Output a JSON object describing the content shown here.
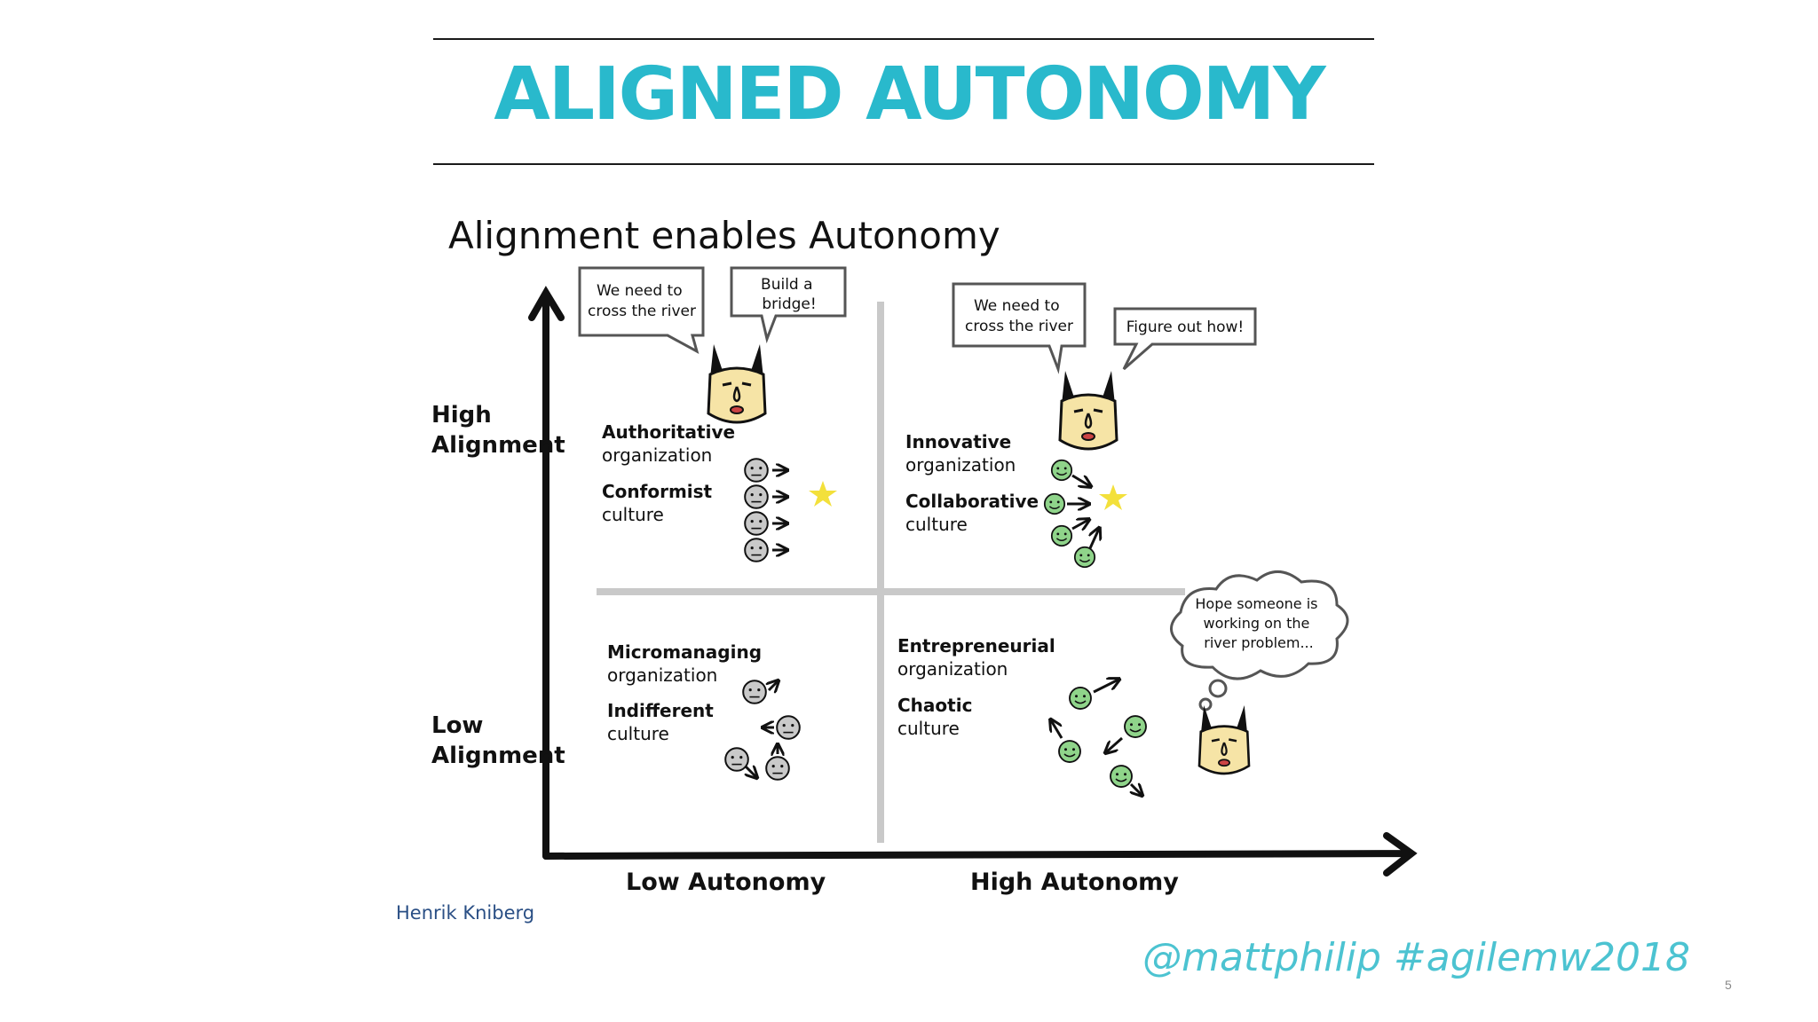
{
  "slide": {
    "title": "ALIGNED AUTONOMY",
    "footer_handle": "@mattphilip #agilemw2018",
    "page_number": "5"
  },
  "diagram": {
    "heading": "Alignment enables Autonomy",
    "credit": "Henrik Kniberg",
    "y_axis": {
      "high": [
        "High",
        "Alignment"
      ],
      "low": [
        "Low",
        "Alignment"
      ]
    },
    "x_axis": {
      "low": "Low Autonomy",
      "high": "High Autonomy"
    },
    "quadrants": {
      "top_left": {
        "org_bold": "Authoritative",
        "org": "organization",
        "culture_bold": "Conformist",
        "culture": "culture",
        "bubbles": [
          [
            "We need to",
            "cross the river"
          ],
          [
            "Build a",
            "bridge!"
          ]
        ]
      },
      "top_right": {
        "org_bold": "Innovative",
        "org": "organization",
        "culture_bold": "Collaborative",
        "culture": "culture",
        "bubbles": [
          [
            "We need to",
            "cross the river"
          ],
          [
            "Figure out how!"
          ]
        ]
      },
      "bottom_left": {
        "org_bold": "Micromanaging",
        "org": "organization",
        "culture_bold": "Indifferent",
        "culture": "culture"
      },
      "bottom_right": {
        "org_bold": "Entrepreneurial",
        "org": "organization",
        "culture_bold": "Chaotic",
        "culture": "culture",
        "thought": [
          "Hope someone is",
          "working on the",
          "river problem..."
        ]
      }
    },
    "colors": {
      "grey_face": "#c9c9c9",
      "green_face": "#8fd48a",
      "boss_face": "#f6e4a6",
      "star": "#f3e03b"
    }
  }
}
